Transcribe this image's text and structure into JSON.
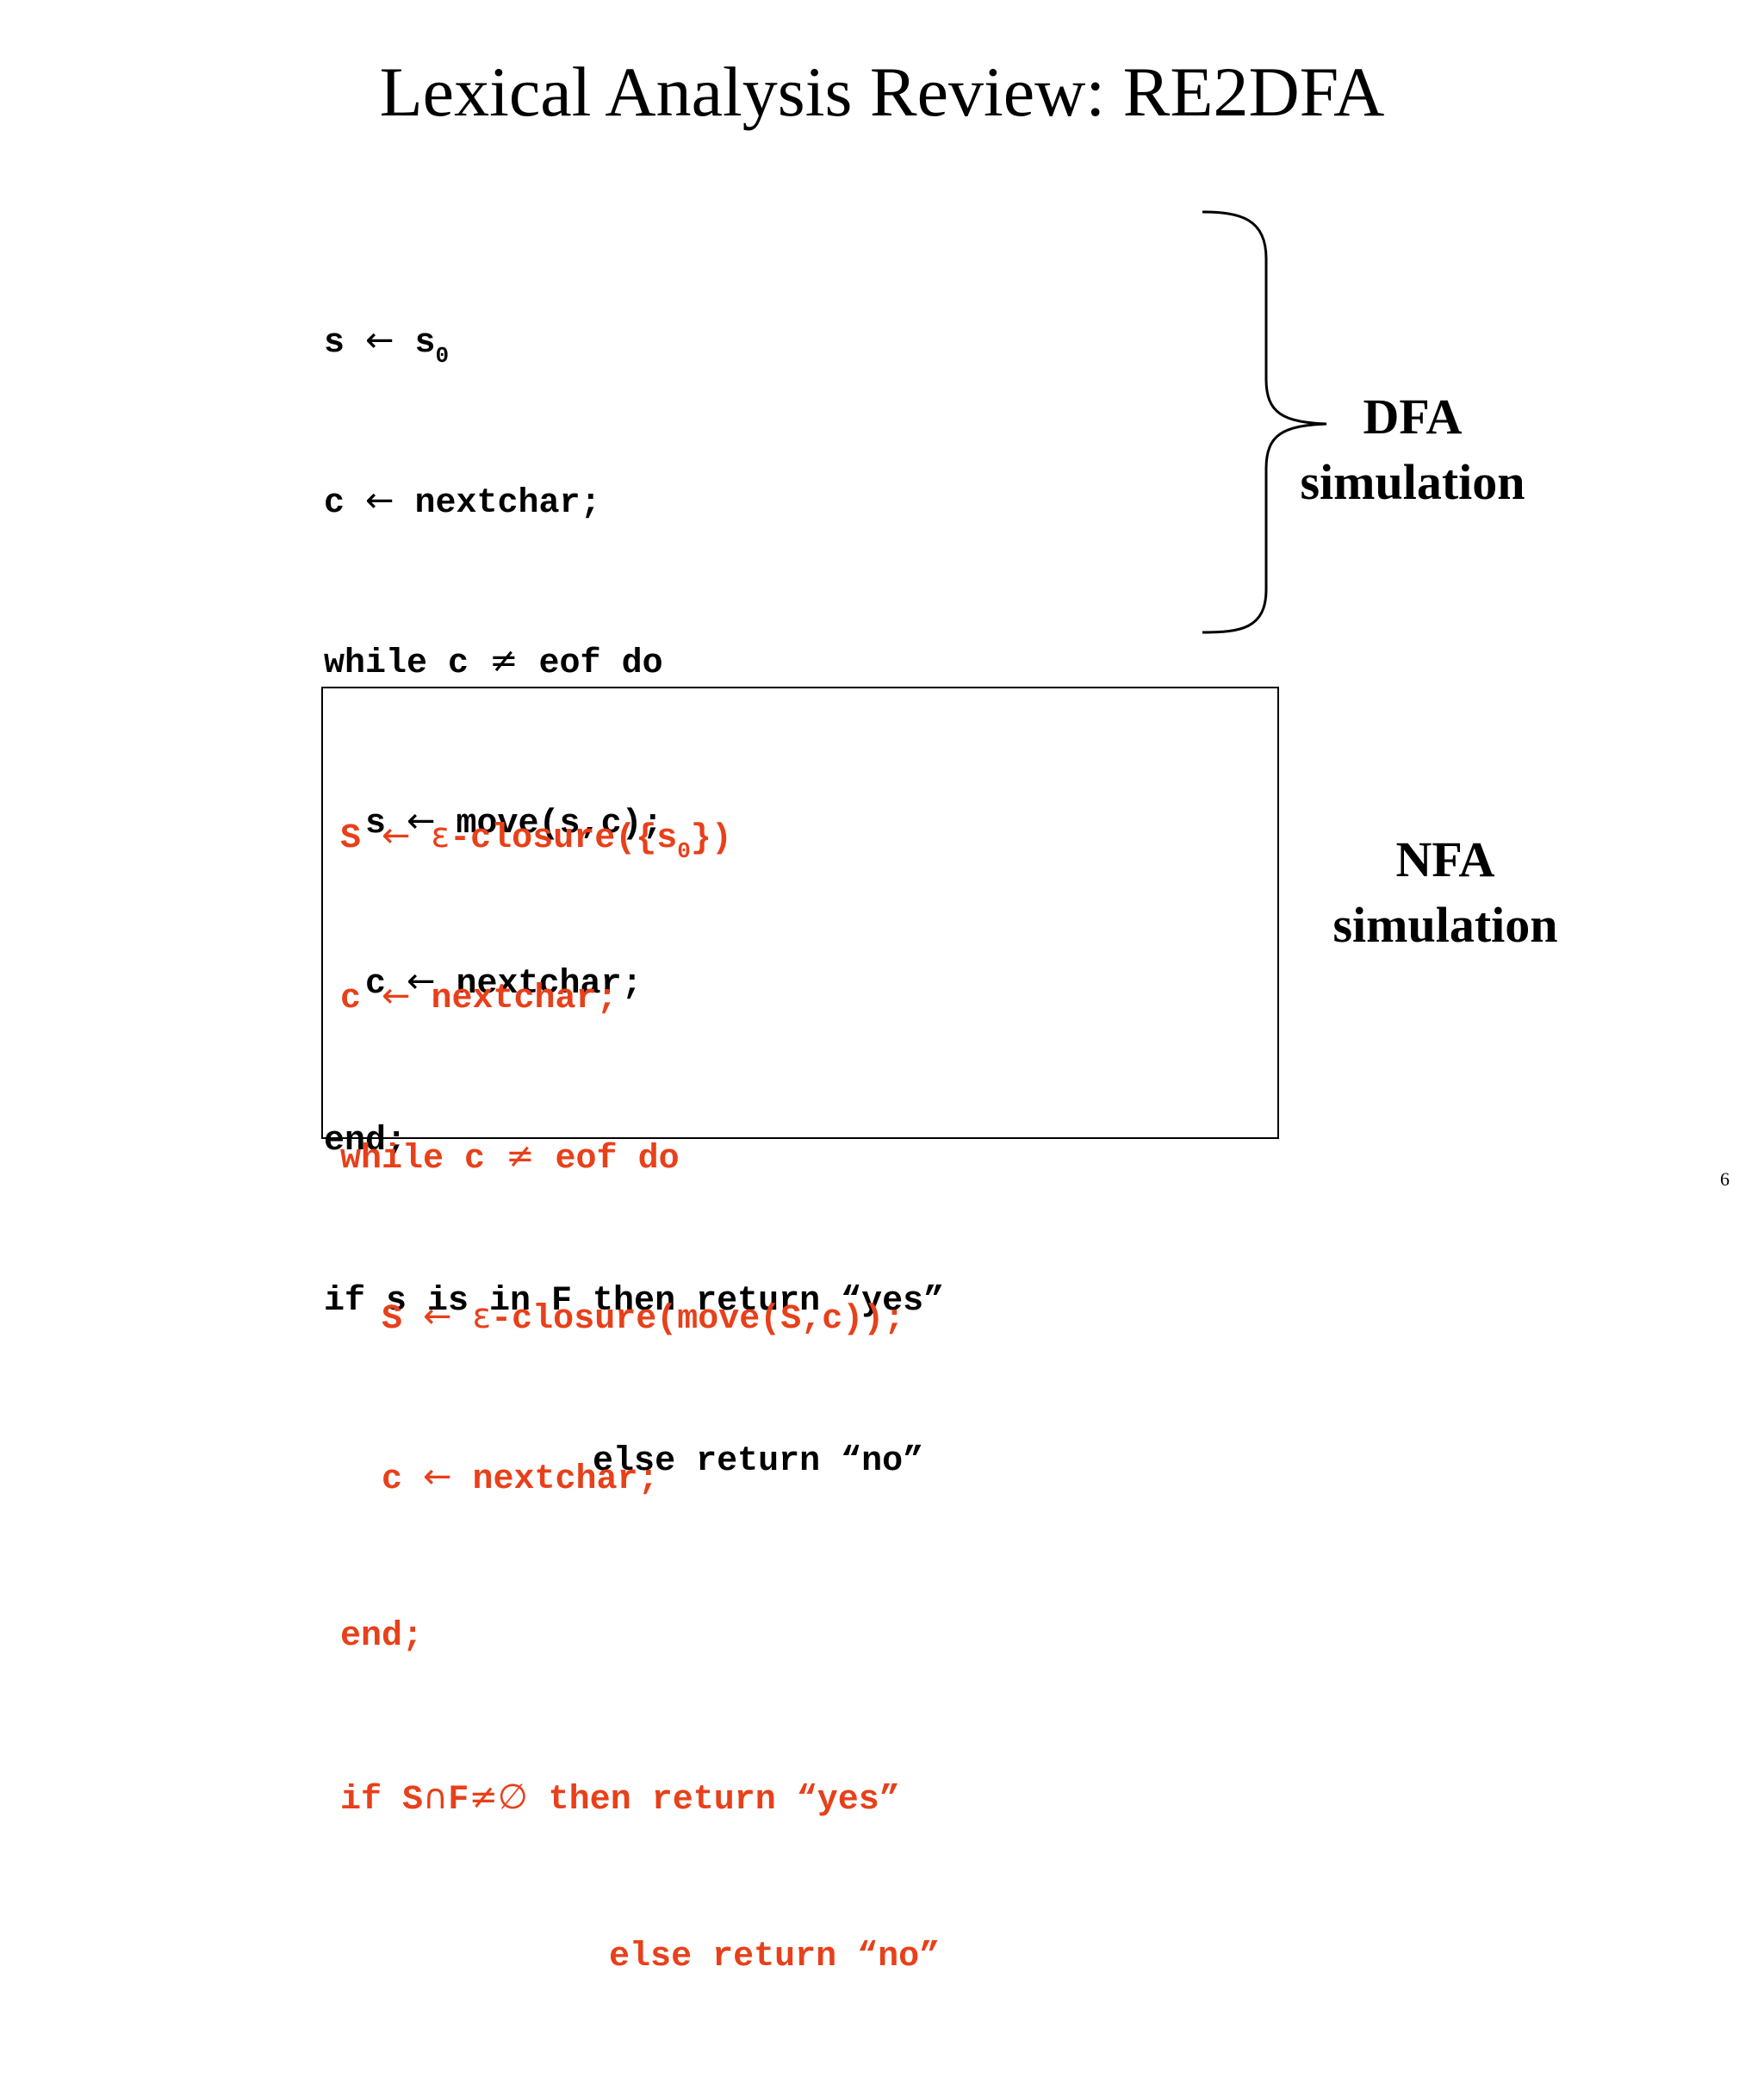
{
  "title": "Lexical Analysis Review: RE2DFA",
  "dfa": {
    "label_line1": "DFA",
    "label_line2": "simulation",
    "lines": [
      {
        "before": "s ",
        "arrow": "←",
        "after": " s",
        "sub": "0",
        "rest": ""
      },
      {
        "before": "c ",
        "arrow": "←",
        "after": " nextchar;",
        "sub": "",
        "rest": ""
      },
      {
        "before": "while c ",
        "arrow": "≠",
        "after": " eof do",
        "sub": "",
        "rest": ""
      },
      {
        "before": "  s ",
        "arrow": "←",
        "after": " move(s,c);",
        "sub": "",
        "rest": ""
      },
      {
        "before": "  c ",
        "arrow": "←",
        "after": " nextchar;",
        "sub": "",
        "rest": ""
      },
      {
        "before": "end;",
        "arrow": "",
        "after": "",
        "sub": "",
        "rest": ""
      },
      {
        "before": "if s is in F then return “yes”",
        "arrow": "",
        "after": "",
        "sub": "",
        "rest": ""
      },
      {
        "before": "             else return “no”",
        "arrow": "",
        "after": "",
        "sub": "",
        "rest": ""
      }
    ]
  },
  "nfa": {
    "label_line1": "NFA",
    "label_line2": "simulation",
    "lines": [
      {
        "before": "S ",
        "sym1": "←",
        "mid": " ",
        "sym2": "ε",
        "after": "-closure({s",
        "sub": "0",
        "rest": "})"
      },
      {
        "before": "c ",
        "sym1": "←",
        "mid": " nextchar;",
        "sym2": "",
        "after": "",
        "sub": "",
        "rest": ""
      },
      {
        "before": "while c ",
        "sym1": "≠",
        "mid": " eof do",
        "sym2": "",
        "after": "",
        "sub": "",
        "rest": ""
      },
      {
        "before": "  S ",
        "sym1": "←",
        "mid": " ",
        "sym2": "ε",
        "after": "-closure(move(S,c));",
        "sub": "",
        "rest": ""
      },
      {
        "before": "  c ",
        "sym1": "←",
        "mid": " nextchar;",
        "sym2": "",
        "after": "",
        "sub": "",
        "rest": ""
      },
      {
        "before": "end;",
        "sym1": "",
        "mid": "",
        "sym2": "",
        "after": "",
        "sub": "",
        "rest": ""
      },
      {
        "before": "if S",
        "sym1": "∩",
        "mid": "F",
        "sym2": "≠∅",
        "after": " then return “yes”",
        "sub": "",
        "rest": ""
      },
      {
        "before": "             else return “no”",
        "sym1": "",
        "mid": "",
        "sym2": "",
        "after": "",
        "sub": "",
        "rest": ""
      }
    ],
    "color": "#e8401a"
  },
  "page_number": "6"
}
